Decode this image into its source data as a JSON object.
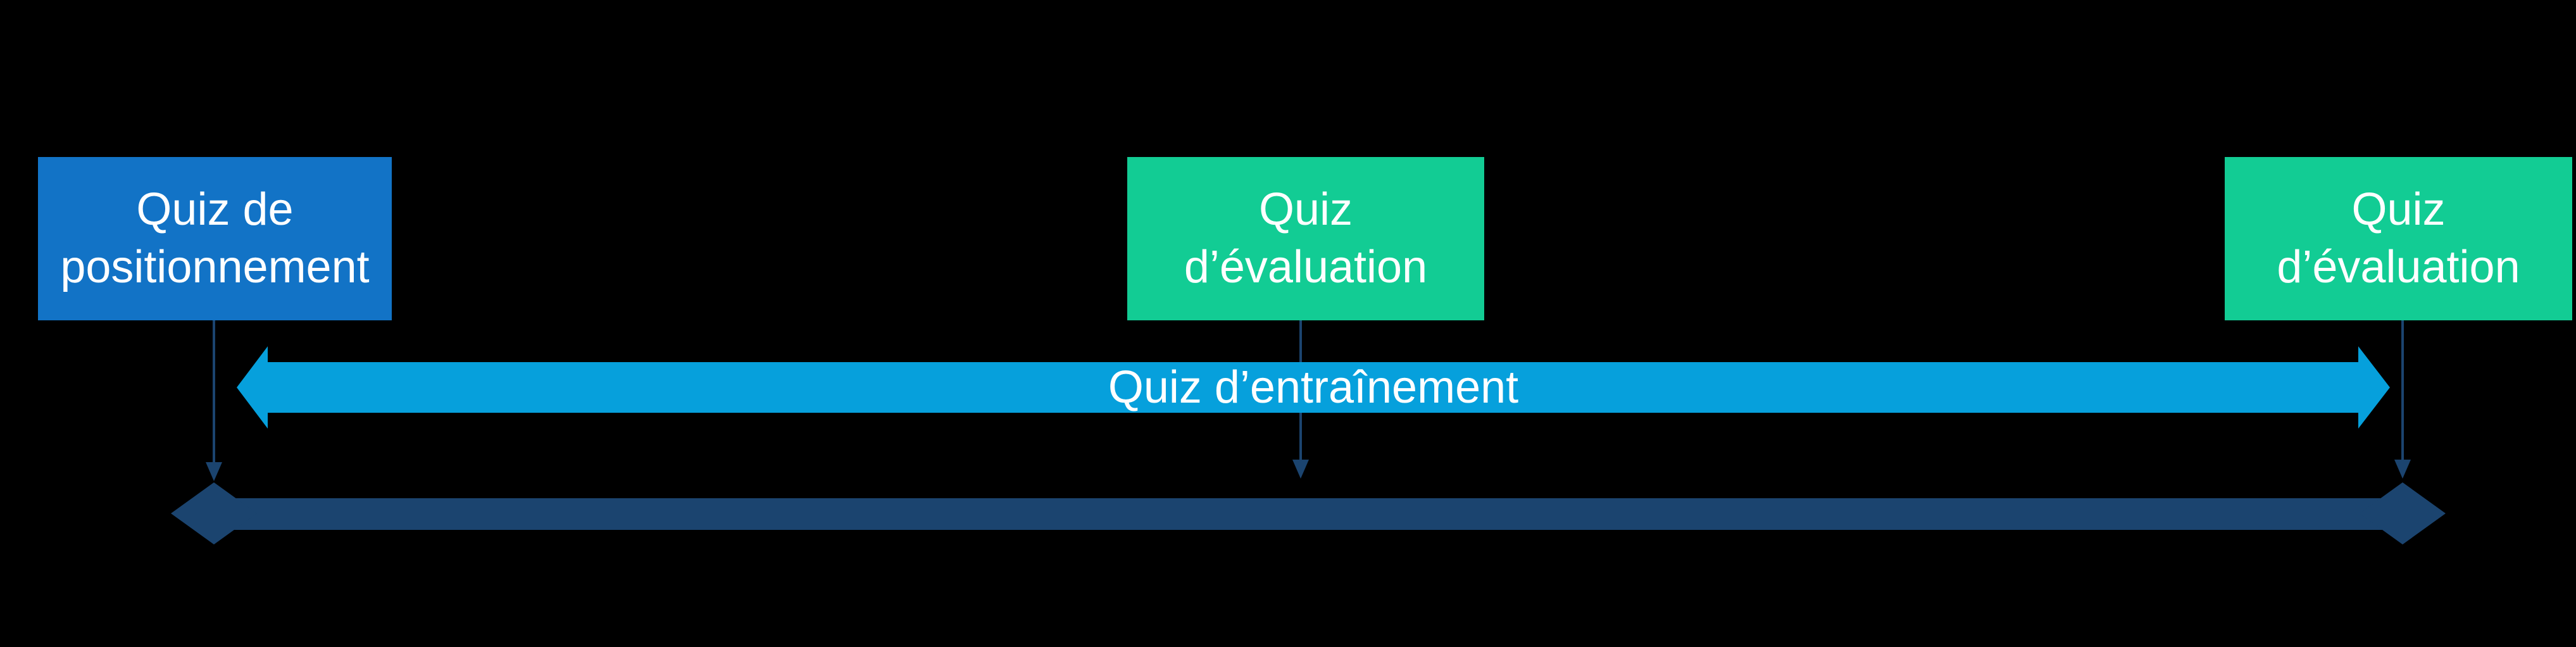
{
  "colors": {
    "background": "#000000",
    "box_blue": "#1273C6",
    "box_green": "#12CC94",
    "band_blue": "#06A0DC",
    "navy": "#1B446F",
    "text": "#FFFFFF"
  },
  "boxes": {
    "positionnement": {
      "line1": "Quiz de",
      "line2": "positionnement"
    },
    "evaluation_mid": {
      "line1": "Quiz",
      "line2": "d’évaluation"
    },
    "evaluation_right": {
      "line1": "Quiz",
      "line2": "d’évaluation"
    }
  },
  "arrow_band": {
    "label": "Quiz d’entraînement"
  }
}
